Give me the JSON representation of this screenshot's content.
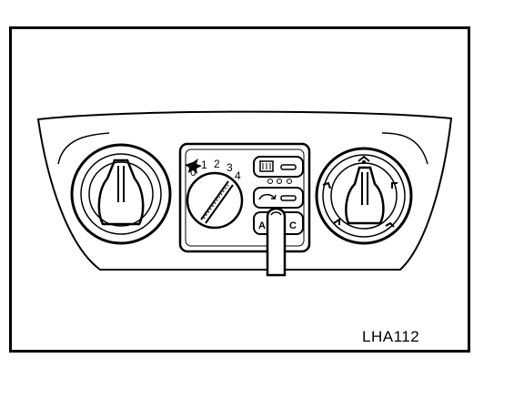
{
  "figure": {
    "reference_code": "LHA112",
    "fan_speed_labels": [
      "0",
      "1",
      "2",
      "3",
      "4"
    ],
    "button_letters": [
      "A",
      "C"
    ]
  }
}
